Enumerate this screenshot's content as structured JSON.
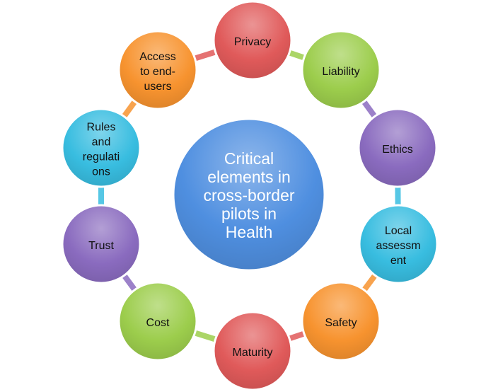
{
  "center": {
    "lines": [
      "Critical",
      "elements in",
      "cross-border",
      "pilots in",
      "Health"
    ],
    "color": "#4f8fe0"
  },
  "nodes": [
    {
      "id": "privacy",
      "lines": [
        "Privacy"
      ],
      "color": "#e05a5a"
    },
    {
      "id": "liability",
      "lines": [
        "Liability"
      ],
      "color": "#9ccd4c"
    },
    {
      "id": "ethics",
      "lines": [
        "Ethics"
      ],
      "color": "#8a6bbf"
    },
    {
      "id": "local-assessment",
      "lines": [
        "Local",
        "assessm",
        "ent"
      ],
      "color": "#38bde0"
    },
    {
      "id": "safety",
      "lines": [
        "Safety"
      ],
      "color": "#f7932f"
    },
    {
      "id": "maturity",
      "lines": [
        "Maturity"
      ],
      "color": "#e05a5a"
    },
    {
      "id": "cost",
      "lines": [
        "Cost"
      ],
      "color": "#9ccd4c"
    },
    {
      "id": "trust",
      "lines": [
        "Trust"
      ],
      "color": "#8a6bbf"
    },
    {
      "id": "rules-and-regulations",
      "lines": [
        "Rules",
        "and",
        "regulati",
        "ons"
      ],
      "color": "#38bde0"
    },
    {
      "id": "access-to-end-users",
      "lines": [
        "Access",
        "to end-",
        "users"
      ],
      "color": "#f7932f"
    }
  ]
}
